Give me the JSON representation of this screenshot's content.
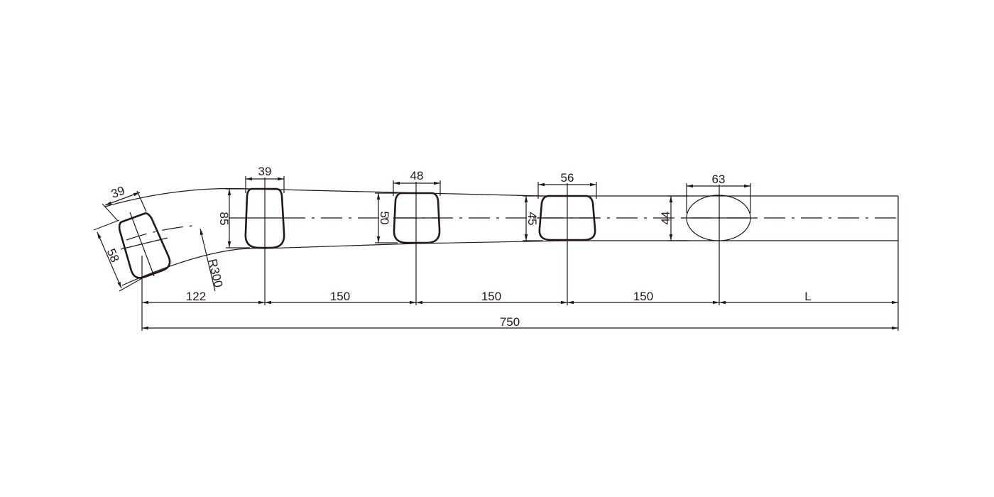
{
  "drawing": {
    "section_widths": [
      "39",
      "39",
      "48",
      "56",
      "63"
    ],
    "section_heights": [
      "58",
      "85",
      "50",
      "45",
      "44"
    ],
    "radius_label": "R300",
    "spacings": [
      "122",
      "150",
      "150",
      "150",
      "L"
    ],
    "overall_length": "750"
  }
}
